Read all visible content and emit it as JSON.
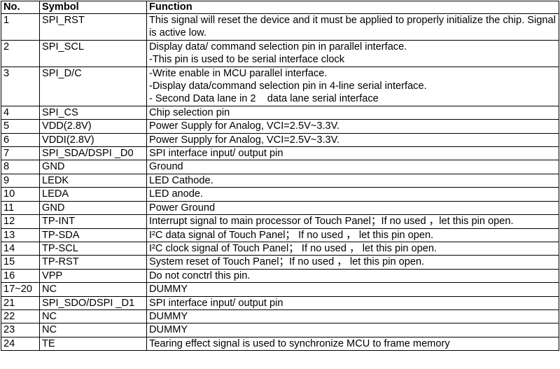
{
  "table": {
    "headers": [
      "No.",
      "Symbol",
      "Function"
    ],
    "rows": [
      {
        "no": "1",
        "symbol": "SPI_RST",
        "function": "This signal will reset the device and it must be applied to properly initialize the chip.     Signal is active low."
      },
      {
        "no": "2",
        "symbol": "SPI_SCL",
        "function": "Display data/ command selection pin in parallel interface.\n-This pin is used to be serial interface clock"
      },
      {
        "no": "3",
        "symbol": "SPI_D/C",
        "function": "-Write enable in MCU parallel interface.\n-Display data/command selection pin in 4-line serial interface.\n- Second Data lane in 2    data lane serial interface"
      },
      {
        "no": "4",
        "symbol": "SPI_CS",
        "function": "Chip selection pin"
      },
      {
        "no": "5",
        "symbol": "VDD(2.8V)",
        "function": "Power Supply for Analog, VCI=2.5V~3.3V."
      },
      {
        "no": "6",
        "symbol": "VDDI(2.8V)",
        "function": "Power Supply for Analog, VCI=2.5V~3.3V."
      },
      {
        "no": "7",
        "symbol": "SPI_SDA/DSPI _D0",
        "function": "SPI interface input/ output pin"
      },
      {
        "no": "8",
        "symbol": "GND",
        "function": "Ground"
      },
      {
        "no": "9",
        "symbol": "LEDK",
        "function": "LED Cathode."
      },
      {
        "no": "10",
        "symbol": "LEDA",
        "function": "LED anode."
      },
      {
        "no": "11",
        "symbol": "GND",
        "function": "Power Ground"
      },
      {
        "no": "12",
        "symbol": "TP-INT",
        "function": "Interrupt signal to main processor of Touch Panel；If no used ，let this pin open."
      },
      {
        "no": "13",
        "symbol": "TP-SDA",
        "function": "I²C data signal of Touch Panel； If no used ， let this pin open."
      },
      {
        "no": "14",
        "symbol": "TP-SCL",
        "function": "I²C clock signal of Touch Panel； If no used ， let this pin open."
      },
      {
        "no": "15",
        "symbol": "TP-RST",
        "function": "System reset of Touch Panel；If no used ， let this pin open."
      },
      {
        "no": "16",
        "symbol": "VPP",
        "function": "Do not conctrl this pin."
      },
      {
        "no": "17~20",
        "symbol": "NC",
        "function": "DUMMY"
      },
      {
        "no": "21",
        "symbol": "SPI_SDO/DSPI _D1",
        "function": "SPI interface input/ output pin"
      },
      {
        "no": "22",
        "symbol": "NC",
        "function": "DUMMY"
      },
      {
        "no": "23",
        "symbol": "NC",
        "function": "DUMMY"
      },
      {
        "no": "24",
        "symbol": "TE",
        "function": "Tearing effect signal is used to synchronize MCU to frame memory"
      }
    ]
  }
}
